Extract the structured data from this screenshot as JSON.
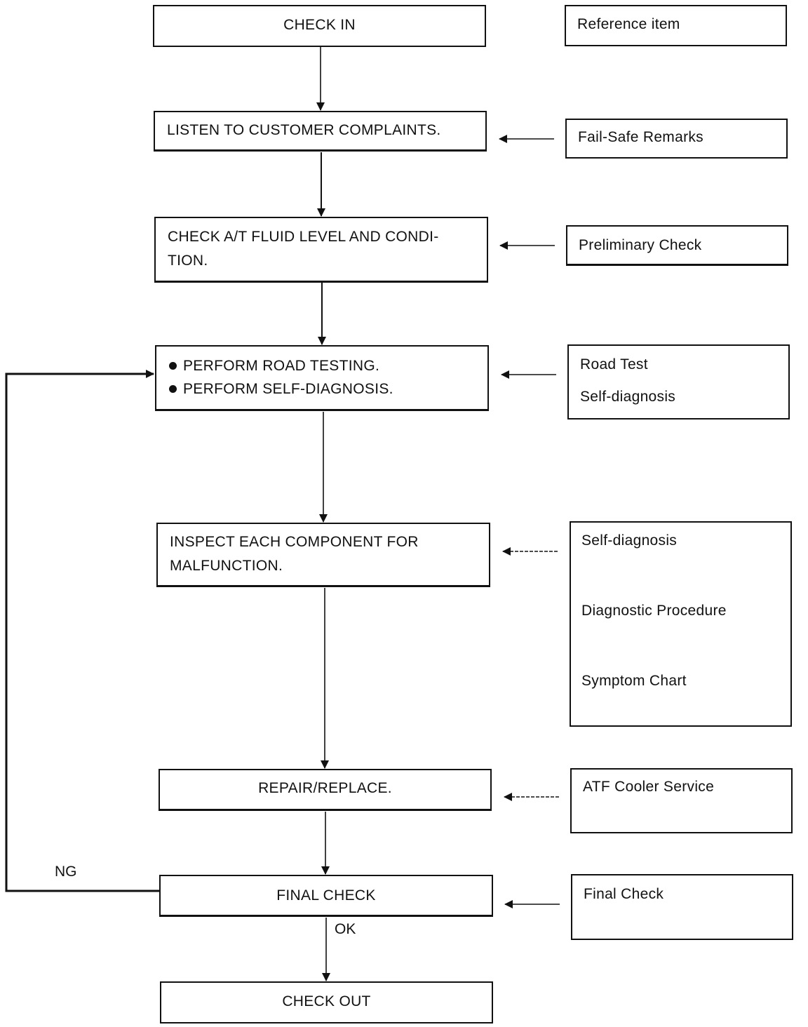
{
  "steps": {
    "check_in": "CHECK IN",
    "listen": "LISTEN TO CUSTOMER COMPLAINTS.",
    "check_fluid_1": "CHECK A/T FLUID LEVEL AND CONDI-",
    "check_fluid_2": "TION.",
    "road_test": "PERFORM ROAD TESTING.",
    "self_diag": "PERFORM SELF-DIAGNOSIS.",
    "inspect_1": "INSPECT EACH COMPONENT FOR",
    "inspect_2": "MALFUNCTION.",
    "repair": "REPAIR/REPLACE.",
    "final_check": "FINAL CHECK",
    "check_out": "CHECK OUT"
  },
  "references": {
    "header": "Reference item",
    "fail_safe": "Fail-Safe Remarks",
    "preliminary": "Preliminary Check",
    "road_test": "Road Test",
    "self_diag_1": "Self-diagnosis",
    "self_diag_2": "Self-diagnosis",
    "diag_procedure": "Diagnostic Procedure",
    "symptom_chart": "Symptom Chart",
    "atf_cooler": "ATF Cooler Service",
    "final_check": "Final Check"
  },
  "branches": {
    "ng": "NG",
    "ok": "OK"
  }
}
